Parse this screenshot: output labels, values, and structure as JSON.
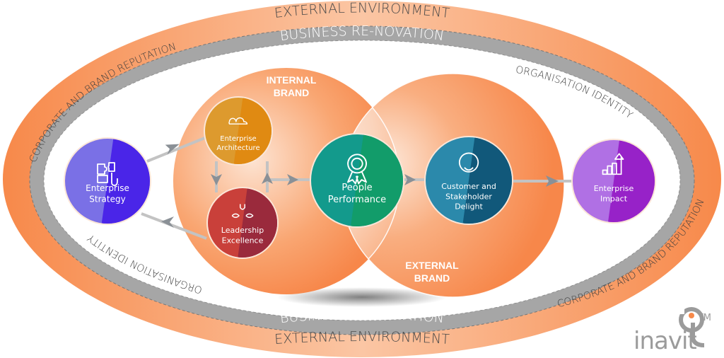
{
  "rings": {
    "outer_top": "EXTERNAL ENVIRONMENT",
    "outer_bottom": "EXTERNAL ENVIRONMENT",
    "middle_top": "BUSINESS RE-NOVATION",
    "middle_bottom": "BUSINESS RE-NOVATION",
    "reputation_left": "CORPORATE AND BRAND REPUTATION",
    "reputation_right": "CORPORATE AND BRAND REPUTATION",
    "identity_top_right": "ORGANISATION IDENTITY",
    "identity_bottom_left": "ORGANISATION IDENTITY"
  },
  "brands": {
    "internal_line1": "INTERNAL",
    "internal_line2": "BRAND",
    "external_line1": "EXTERNAL",
    "external_line2": "BRAND"
  },
  "nodes": [
    {
      "id": "enterprise-strategy",
      "line1": "Enterprise",
      "line2": "Strategy",
      "line3": "",
      "icon": "puzzle-icon",
      "color_light": "#7a70e6",
      "color_dark": "#4a25e8"
    },
    {
      "id": "enterprise-architecture",
      "line1": "Enterprise",
      "line2": "Architecture",
      "line3": "",
      "icon": "cloud-icon",
      "color_light": "#dd9a2e",
      "color_dark": "#e08a12"
    },
    {
      "id": "leadership-excellence",
      "line1": "Leadership",
      "line2": "Excellence",
      "line3": "",
      "icon": "hands-icon",
      "color_light": "#c9403a",
      "color_dark": "#9a2a3c"
    },
    {
      "id": "people-performance",
      "line1": "People",
      "line2": "Performance",
      "line3": "",
      "icon": "award-ribbon-icon",
      "color_light": "#139a8c",
      "color_dark": "#129c6a"
    },
    {
      "id": "customer-stakeholder-delight",
      "line1": "Customer and",
      "line2": "Stakeholder",
      "line3": "Delight",
      "icon": "smiley-icon",
      "color_light": "#2b89ab",
      "color_dark": "#11587a"
    },
    {
      "id": "enterprise-impact",
      "line1": "Enterprise",
      "line2": "Impact",
      "line3": "",
      "icon": "growth-chart-icon",
      "color_light": "#b070e4",
      "color_dark": "#9722c8"
    }
  ],
  "colors": {
    "orange": "#f7894a",
    "orange_light": "#fbc3a0",
    "gray_ring": "#a6a6a6",
    "ring_text": "#3e3e3e",
    "arrow": "#b9b9b9"
  },
  "logo": {
    "word": "inavit",
    "tm": "TM"
  }
}
